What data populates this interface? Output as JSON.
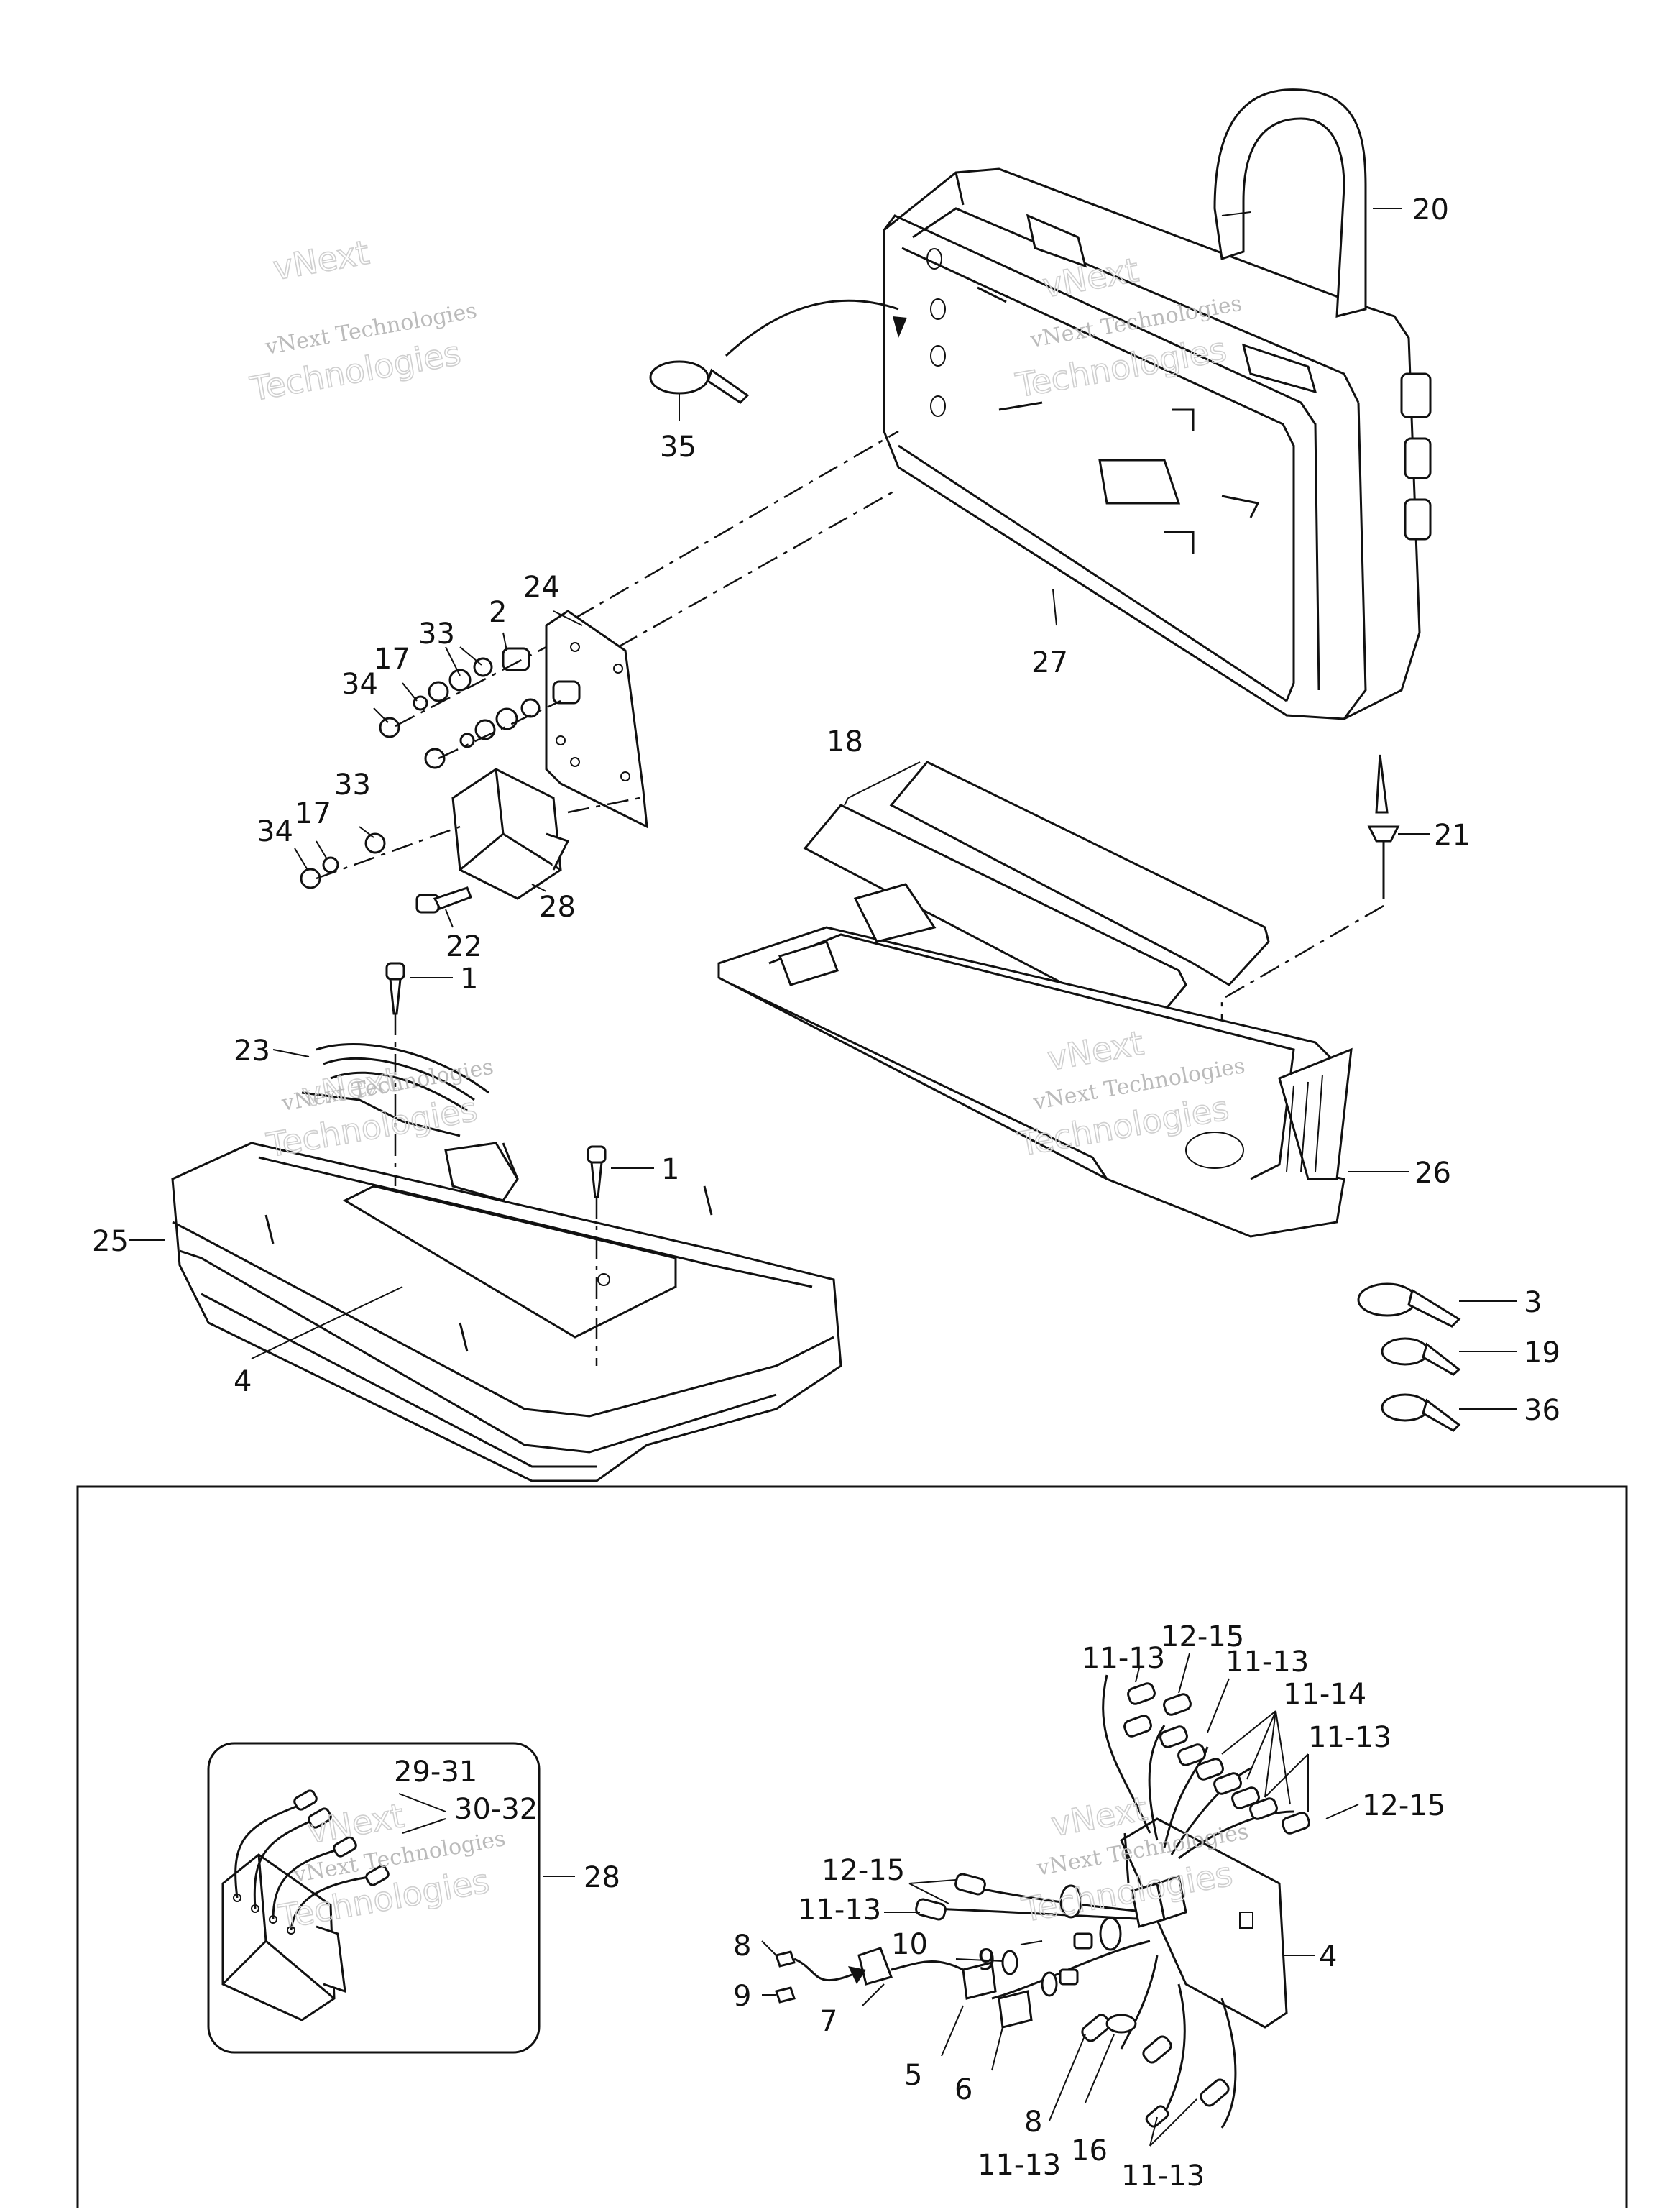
{
  "watermark": {
    "line1": "vNext Technologies",
    "line2": "vNext",
    "line3": "Technologies"
  },
  "callouts": [
    {
      "id": "c20",
      "text": "20"
    },
    {
      "id": "c35",
      "text": "35"
    },
    {
      "id": "c27",
      "text": "27"
    },
    {
      "id": "c24",
      "text": "24"
    },
    {
      "id": "c2",
      "text": "2"
    },
    {
      "id": "c33a",
      "text": "33"
    },
    {
      "id": "c17a",
      "text": "17"
    },
    {
      "id": "c34a",
      "text": "34"
    },
    {
      "id": "c33b",
      "text": "33"
    },
    {
      "id": "c17b",
      "text": "17"
    },
    {
      "id": "c34b",
      "text": "34"
    },
    {
      "id": "c22",
      "text": "22"
    },
    {
      "id": "c28a",
      "text": "28"
    },
    {
      "id": "c18",
      "text": "18"
    },
    {
      "id": "c21",
      "text": "21"
    },
    {
      "id": "c1a",
      "text": "1"
    },
    {
      "id": "c23",
      "text": "23"
    },
    {
      "id": "c1b",
      "text": "1"
    },
    {
      "id": "c25",
      "text": "25"
    },
    {
      "id": "c4a",
      "text": "4"
    },
    {
      "id": "c26",
      "text": "26"
    },
    {
      "id": "c3",
      "text": "3"
    },
    {
      "id": "c19",
      "text": "19"
    },
    {
      "id": "c36",
      "text": "36"
    },
    {
      "id": "c29",
      "text": "29-31"
    },
    {
      "id": "c30",
      "text": "30-32"
    },
    {
      "id": "c28b",
      "text": "28"
    },
    {
      "id": "c1215a",
      "text": "12-15"
    },
    {
      "id": "c1113a",
      "text": "11-13"
    },
    {
      "id": "c1113b",
      "text": "11-13"
    },
    {
      "id": "c1114",
      "text": "11-14"
    },
    {
      "id": "c1113c",
      "text": "11-13"
    },
    {
      "id": "c1215b",
      "text": "12-15"
    },
    {
      "id": "c1215c",
      "text": "12-15"
    },
    {
      "id": "c1113d",
      "text": "11-13"
    },
    {
      "id": "c8a",
      "text": "8"
    },
    {
      "id": "c9a",
      "text": "9"
    },
    {
      "id": "c9b",
      "text": "9"
    },
    {
      "id": "c10",
      "text": "10"
    },
    {
      "id": "c7",
      "text": "7"
    },
    {
      "id": "c5",
      "text": "5"
    },
    {
      "id": "c6",
      "text": "6"
    },
    {
      "id": "c8b",
      "text": "8"
    },
    {
      "id": "c1113e",
      "text": "11-13"
    },
    {
      "id": "c16",
      "text": "16"
    },
    {
      "id": "c1113f",
      "text": "11-13"
    },
    {
      "id": "c4b",
      "text": "4"
    }
  ]
}
